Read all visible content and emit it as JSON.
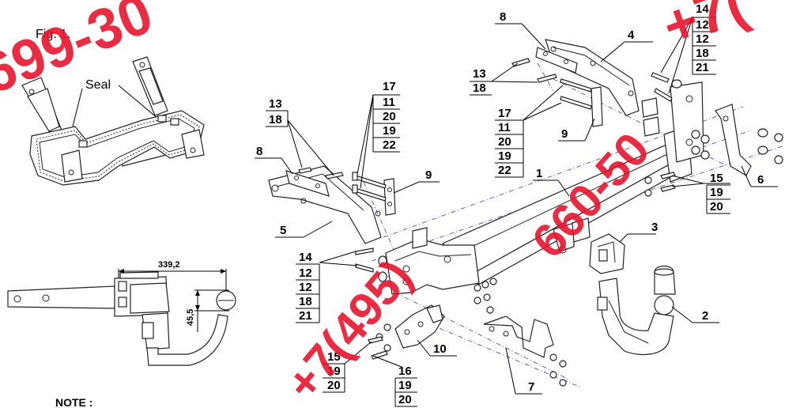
{
  "figure": {
    "title": "Fig. 1.",
    "seal_label": "Seal",
    "note": "NOTE :"
  },
  "dimensions": {
    "width_label": "339,2",
    "height_label": "45,5"
  },
  "callouts": {
    "p1": "1",
    "p2": "2",
    "p3": "3",
    "p4": "4",
    "p5": "5",
    "p6": "6",
    "p7": "7",
    "p8a": "8",
    "p8b": "8",
    "p9a": "9",
    "p9b": "9",
    "p10": "10",
    "st_top_right": [
      "14",
      "12",
      "12",
      "18",
      "21"
    ],
    "st_top_left": [
      "13",
      "18"
    ],
    "st_top_mid": [
      "17",
      "11",
      "20",
      "19",
      "22"
    ],
    "st_left_13": [
      "13",
      "18"
    ],
    "st_left_17": [
      "17",
      "11",
      "20",
      "19",
      "22"
    ],
    "st_right_15": [
      "15",
      "19",
      "20"
    ],
    "st_left_14": [
      "14",
      "12",
      "12",
      "18",
      "21"
    ],
    "st_bottom_15": [
      "15",
      "19",
      "20"
    ],
    "st_bottom_16": [
      "16",
      "19",
      "20"
    ]
  },
  "colors": {
    "watermark": "#e8102a",
    "line": "#222222",
    "centerline": "#3a3a9a"
  }
}
